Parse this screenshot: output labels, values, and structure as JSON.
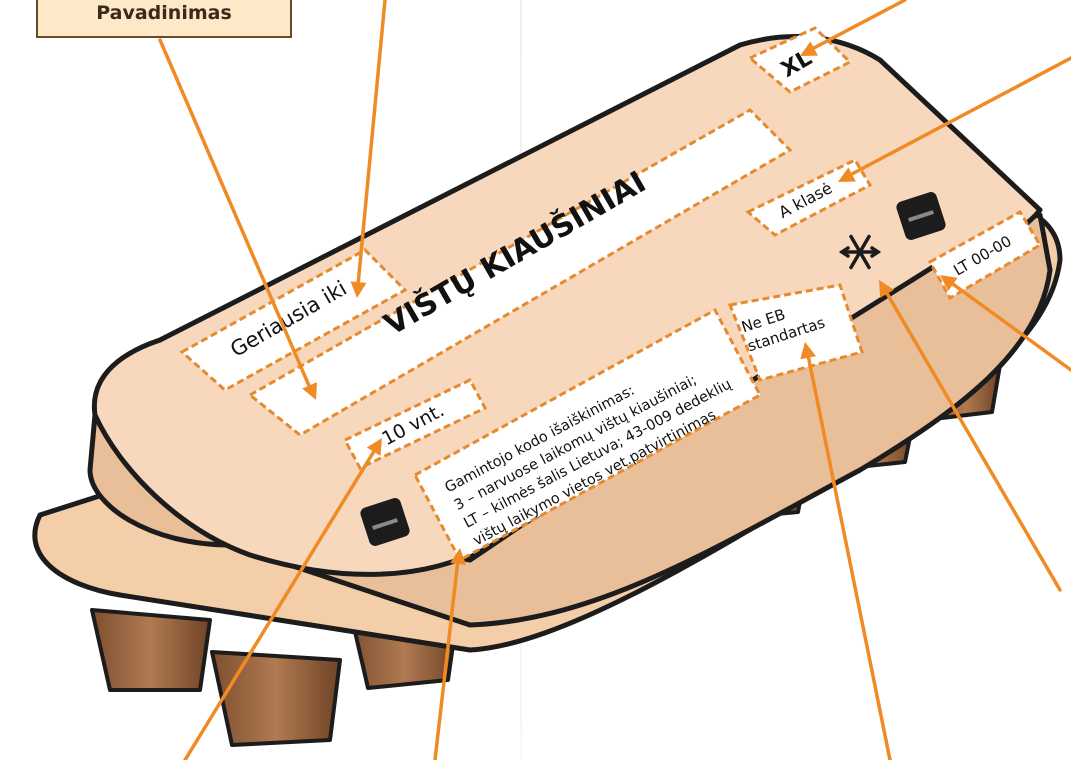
{
  "callout_box": {
    "label": "Pavadinimas"
  },
  "carton": {
    "product_name": "VIŠTŲ KIAUŠINIAI",
    "best_before": "Geriausia iki",
    "size": "XL",
    "grade": "A klasė",
    "quantity": "10 vnt.",
    "non_eu_standard": [
      "Ne EB",
      "standartas"
    ],
    "packing_center_code": "LT 00-00",
    "producer_code_lines": [
      "Gamintojo kodo išaiškinimas:",
      "3 – narvuose laikomų vištų kiaušiniai;",
      "LT – kilmės šalis Lietuva; 43-009 dedeklių",
      "vištų laikymo vietos vet.patvirtinimas"
    ],
    "storage_icon": "snowflake-icon"
  },
  "colors": {
    "carton_lid": "#f8d8bd",
    "carton_side": "#e9bf9a",
    "carton_cups": "#a8724a",
    "outline": "#1c1c1c",
    "label_border": "#e58a2f",
    "arrow": "#f08a24",
    "callout_fill": "#fde8c8"
  }
}
